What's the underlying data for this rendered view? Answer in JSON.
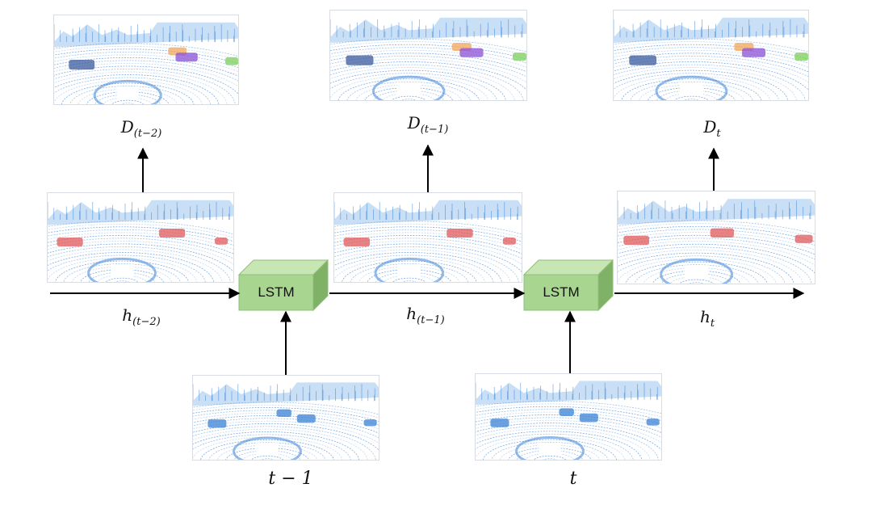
{
  "colors": {
    "lidar_blue": "#3b82d6",
    "lidar_light": "#9cc4ee",
    "car_red": "#e0585a",
    "box_orange": "#f2a65a",
    "box_purple": "#8a4fd6",
    "box_green": "#7ccf5a",
    "box_navy": "#3a5a9c",
    "lstm_face": "#a8d58f",
    "lstm_top": "#c7e6b3",
    "lstm_side": "#7fb266",
    "arrow": "#000000"
  },
  "detections": [
    {
      "base": "D",
      "sub": "(t−2)"
    },
    {
      "base": "D",
      "sub": "(t−1)"
    },
    {
      "base": "D",
      "sub": "t"
    }
  ],
  "hidden_states": [
    {
      "base": "h",
      "sub": "(t−2)"
    },
    {
      "base": "h",
      "sub": "(t−1)"
    },
    {
      "base": "h",
      "sub": "t"
    }
  ],
  "lstm_cells": [
    {
      "label": "LSTM"
    },
    {
      "label": "LSTM"
    }
  ],
  "inputs": [
    {
      "label": "t − 1"
    },
    {
      "label": "t"
    }
  ]
}
